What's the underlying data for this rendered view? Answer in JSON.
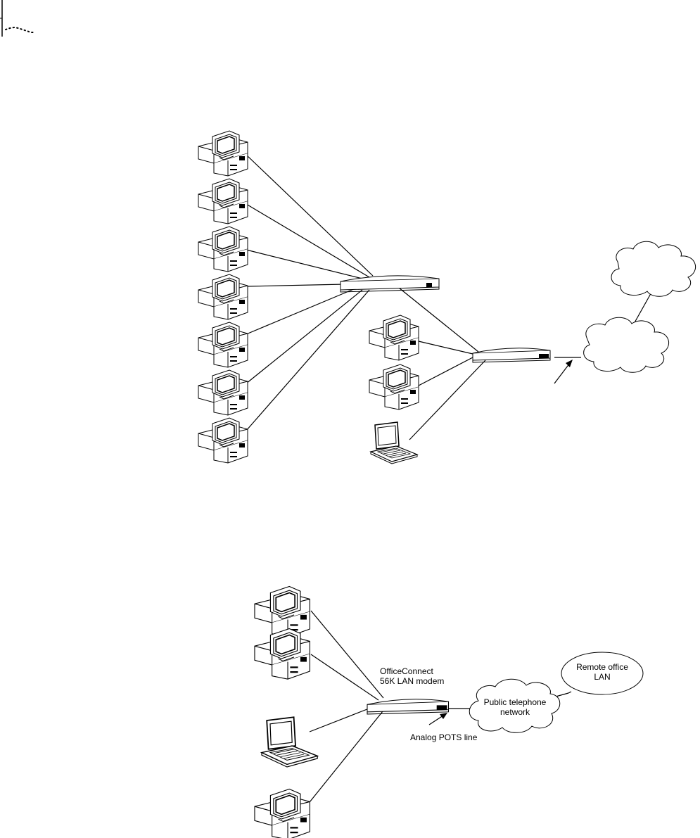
{
  "diagram_top": {
    "pc_count_left": 7,
    "pc_count_right": 2,
    "laptop_count": 1
  },
  "diagram_bottom": {
    "modem_label_line1": "OfficeConnect",
    "modem_label_line2": "56K LAN modem",
    "cloud_label_line1": "Public telephone",
    "cloud_label_line2": "network",
    "remote_label_line1": "Remote office",
    "remote_label_line2": "LAN",
    "line_label": "Analog POTS line"
  }
}
